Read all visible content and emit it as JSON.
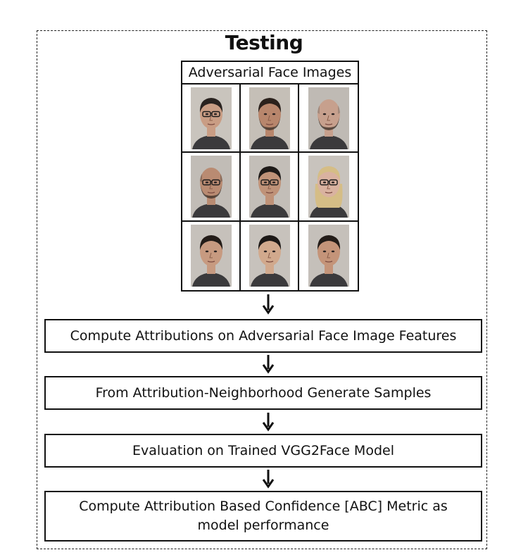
{
  "title": "Testing",
  "image_grid": {
    "label": "Adversarial Face Images",
    "faces": [
      {
        "hair": "#2a2320",
        "skin": "#c99d84",
        "glasses": true,
        "beard": false,
        "bald": false,
        "bg": "#c9c4bd"
      },
      {
        "hair": "#2b211c",
        "skin": "#b8866c",
        "glasses": false,
        "beard": true,
        "bald": false,
        "bg": "#c5bfb7"
      },
      {
        "hair": "#8a7a70",
        "skin": "#c7a08d",
        "glasses": false,
        "beard": true,
        "bald": true,
        "bg": "#bfbab4"
      },
      {
        "hair": "#6f5a4c",
        "skin": "#b98b72",
        "glasses": true,
        "beard": true,
        "bald": true,
        "bg": "#c1bcb6"
      },
      {
        "hair": "#1e1a18",
        "skin": "#bf9278",
        "glasses": true,
        "beard": false,
        "bald": false,
        "bg": "#c3beb8"
      },
      {
        "hair": "#d5bd86",
        "skin": "#d9b2a0",
        "glasses": true,
        "beard": false,
        "bald": false,
        "bg": "#c8c3bd"
      },
      {
        "hair": "#231c18",
        "skin": "#c79a80",
        "glasses": false,
        "beard": false,
        "bald": false,
        "bg": "#c6c1bb"
      },
      {
        "hair": "#1c1816",
        "skin": "#d1a98d",
        "glasses": false,
        "beard": false,
        "bald": false,
        "bg": "#c7c2bc"
      },
      {
        "hair": "#231c18",
        "skin": "#c49479",
        "glasses": false,
        "beard": false,
        "bald": false,
        "bg": "#c5c0ba"
      }
    ]
  },
  "steps": [
    {
      "label": "Compute Attributions on Adversarial Face Image Features"
    },
    {
      "label": "From Attribution-Neighborhood Generate Samples"
    },
    {
      "label": "Evaluation on Trained VGG2Face Model"
    },
    {
      "label": "Compute Attribution Based Confidence [ABC] Metric as model performance"
    }
  ],
  "colors": {
    "stroke": "#111111",
    "background": "#ffffff"
  }
}
